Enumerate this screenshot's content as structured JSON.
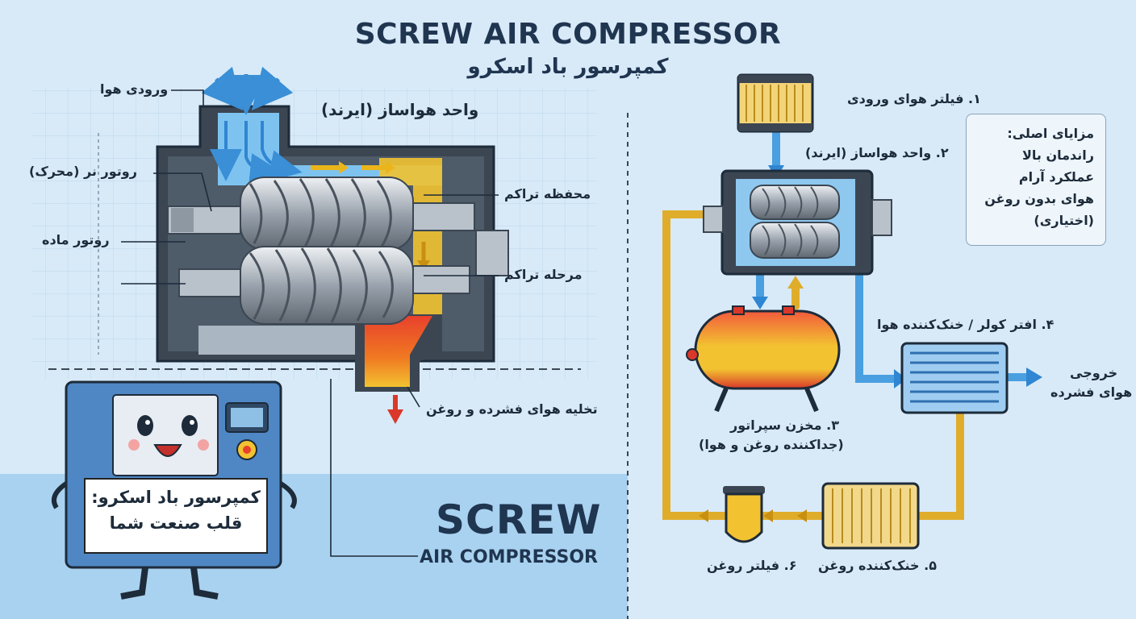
{
  "title": {
    "en": "SCREW AIR COMPRESSOR",
    "fa": "کمپرسور باد اسکرو"
  },
  "airend_diagram": {
    "heading": "واحد هواساز (ایرند)",
    "labels": {
      "air_inlet": "ورودی هوا",
      "male_rotor": "روتور نر (محرک)",
      "female_rotor": "روتور ماده",
      "compression_chamber": "محفظه تراکم",
      "compression_stage": "مرحله تراکم",
      "discharge": "تخلیه هوای فشرده و روغن"
    }
  },
  "mascot": {
    "sign_line1": "کمپرسور باد اسکرو:",
    "sign_line2": "قلب صنعت شما"
  },
  "brand": {
    "big": "SCREW",
    "small": "AIR COMPRESSOR"
  },
  "system_flow": {
    "step1": "۱. فیلتر هوای ورودی",
    "step2": "۲. واحد هواساز (ایرند)",
    "step3_line1": "۳. مخزن سپراتور",
    "step3_line2": "(جداکننده روغن و هوا)",
    "step4": "۴. افتر کولر / خنک‌کننده هوا",
    "step5": "۵. خنک‌کننده روغن",
    "step6": "۶. فیلتر روغن",
    "outlet_line1": "خروجی",
    "outlet_line2": "هوای فشرده"
  },
  "advantages": {
    "heading": "مزایای اصلی:",
    "items": [
      "راندمان بالا",
      "عملکرد آرام",
      "هوای بدون روغن",
      "(اختیاری)"
    ]
  },
  "colors": {
    "background": "#d7e9f7",
    "air": "#4a9fe0",
    "oil": "#f2c230",
    "hot": "#e8412c",
    "casing": "#3b4652",
    "text": "#1d2b3a"
  }
}
